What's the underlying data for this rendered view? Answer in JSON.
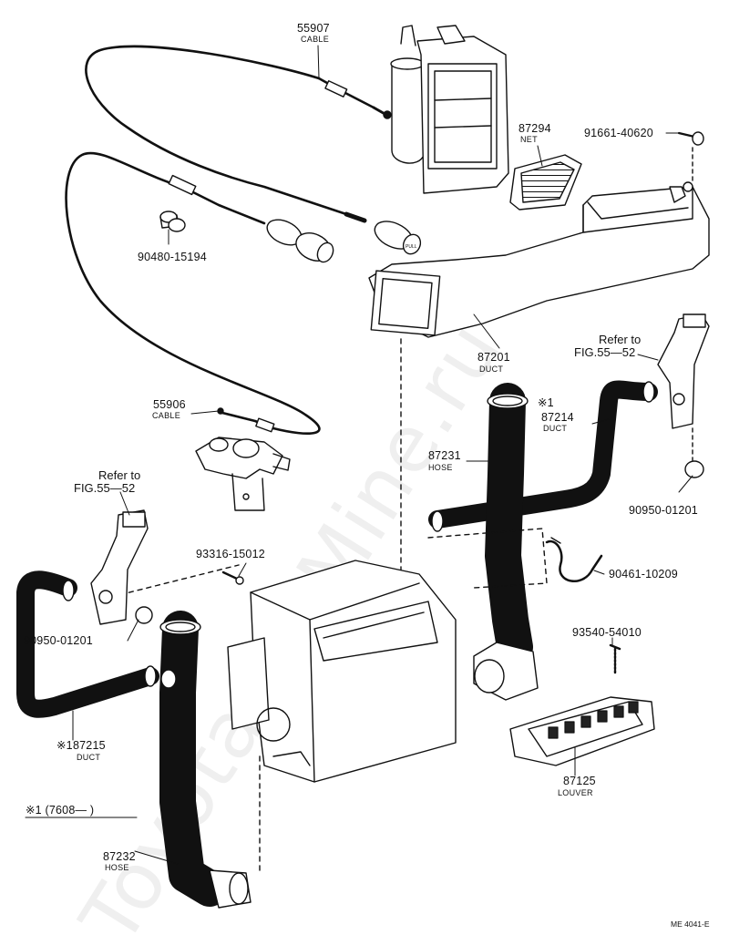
{
  "watermark": "ToyotaCarMine.ru",
  "diagram_code": "ME 4041-E",
  "footnote": "※1 (7608—        )",
  "parts": {
    "cable_55907": {
      "number": "55907",
      "name": "CABLE"
    },
    "net_87294": {
      "number": "87294",
      "name": "NET"
    },
    "bolt_91661": {
      "number": "91661-40620"
    },
    "knob_90480": {
      "number": "90480-15194"
    },
    "duct_87201": {
      "number": "87201",
      "name": "DUCT"
    },
    "ref_right": {
      "line1": "Refer to",
      "line2": "FIG.55—52"
    },
    "cable_55906": {
      "number": "55906",
      "name": "CABLE"
    },
    "duct_87214": {
      "mark": "※1",
      "number": "87214",
      "name": "DUCT"
    },
    "hose_87231": {
      "number": "87231",
      "name": "HOSE"
    },
    "ref_left": {
      "line1": "Refer to",
      "line2": "FIG.55—52"
    },
    "cap_90950_right": {
      "number": "90950-01201"
    },
    "screw_93316": {
      "number": "93316-15012"
    },
    "clamp_90461": {
      "number": "90461-10209"
    },
    "cap_90950_left": {
      "number": "90950-01201"
    },
    "screw_93540": {
      "number": "93540-54010"
    },
    "duct_87215": {
      "mark": "※1",
      "number": "87215",
      "name": "DUCT"
    },
    "louver_87125": {
      "number": "87125",
      "name": "LOUVER"
    },
    "hose_87232": {
      "number": "87232",
      "name": "HOSE"
    }
  }
}
